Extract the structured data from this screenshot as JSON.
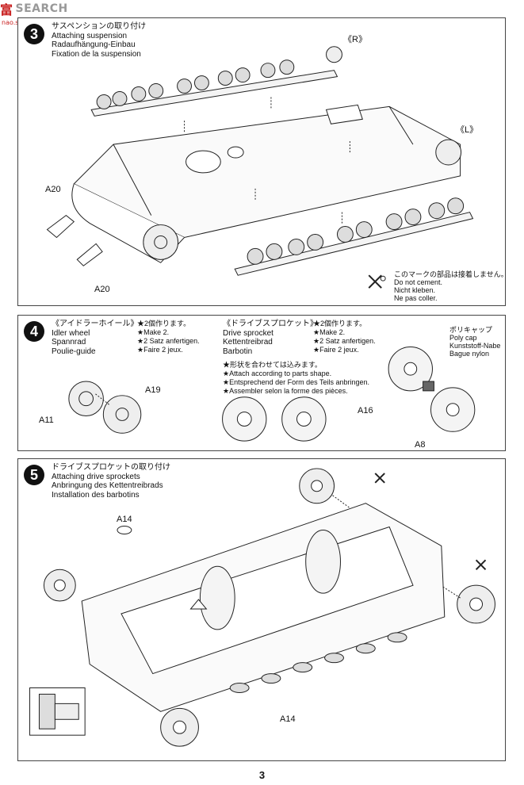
{
  "watermark": {
    "logo": "富",
    "text": "SEARCH",
    "url": "nao.shan.com"
  },
  "step3": {
    "number": "3",
    "title_jp": "サスペンションの取り付け",
    "title_en": "Attaching suspension",
    "title_de": "Radaufhängung-Einbau",
    "title_fr": "Fixation de la suspension",
    "label_r": "《R》",
    "label_l": "《L》",
    "part_a20_top": "A20",
    "part_a20_bottom": "A20",
    "note_jp": "このマークの部品は接着しません。",
    "note_en": "Do not cement.",
    "note_de": "Nicht kleben.",
    "note_fr": "Ne pas coller."
  },
  "step4": {
    "number": "4",
    "idler_jp": "《アイドラーホイール》",
    "idler_en": "Idler wheel",
    "idler_de": "Spannrad",
    "idler_fr": "Poulie-guide",
    "make_jp_1": "★2個作ります。",
    "make_en_1": "★Make 2.",
    "make_de_1": "★2 Satz anfertigen.",
    "make_fr_1": "★Faire 2 jeux.",
    "sprocket_jp": "《ドライブスプロケット》",
    "sprocket_en": "Drive sprocket",
    "sprocket_de": "Kettentreibrad",
    "sprocket_fr": "Barbotin",
    "make_jp_2": "★2個作ります。",
    "make_en_2": "★Make 2.",
    "make_de_2": "★2 Satz anfertigen.",
    "make_fr_2": "★Faire 2 jeux.",
    "shape_jp": "★形状を合わせては込みます。",
    "shape_en": "★Attach according to parts shape.",
    "shape_de": "★Entsprechend der Form des Teils anbringen.",
    "shape_fr": "★Assembler selon la forme des pièces.",
    "polycap_jp": "ポリキャップ",
    "polycap_en": "Poly cap",
    "polycap_de": "Kunststoff-Nabe",
    "polycap_fr": "Bague nylon",
    "part_a11": "A11",
    "part_a19": "A19",
    "part_a16": "A16",
    "part_a8": "A8"
  },
  "step5": {
    "number": "5",
    "title_jp": "ドライブスプロケットの取り付け",
    "title_en": "Attaching drive sprockets",
    "title_de": "Anbringung des Kettentreibrads",
    "title_fr": "Installation des barbotins",
    "part_a14_top": "A14",
    "part_a14_bottom": "A14"
  },
  "page_number": "3"
}
